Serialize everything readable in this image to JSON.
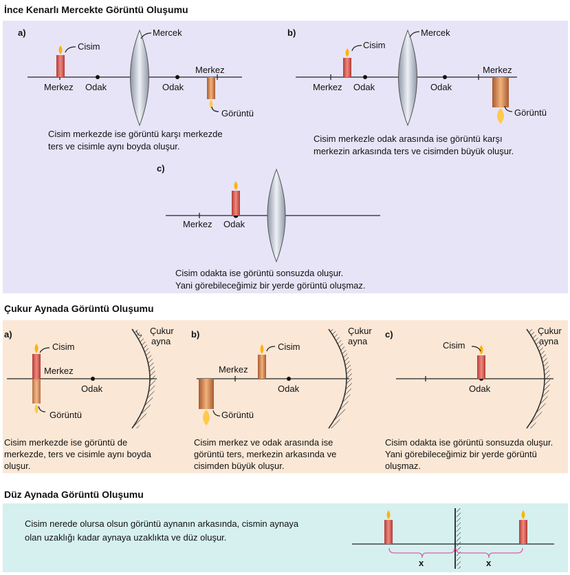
{
  "titles": {
    "lens": "İnce Kenarlı Mercekte Görüntü Oluşumu",
    "concave": "Çukur Aynada Görüntü Oluşumu",
    "plane": "Düz Aynada Görüntü Oluşumu"
  },
  "lens": {
    "a": {
      "tag": "a)",
      "lens_label": "Mercek",
      "object_label": "Cisim",
      "image_label": "Görüntü",
      "left_center": "Merkez",
      "left_focus": "Odak",
      "right_focus": "Odak",
      "right_center": "Merkez",
      "caption1": "Cisim merkezde ise görüntü karşı merkezde",
      "caption2": "ters ve cisimle aynı boyda oluşur."
    },
    "b": {
      "tag": "b)",
      "lens_label": "Mercek",
      "object_label": "Cisim",
      "image_label": "Görüntü",
      "left_center": "Merkez",
      "left_focus": "Odak",
      "right_focus": "Odak",
      "right_center": "Merkez",
      "caption1": "Cisim merkezle odak arasında ise görüntü karşı",
      "caption2": "merkezin arkasında ters ve cisimden büyük oluşur."
    },
    "c": {
      "tag": "c)",
      "left_center": "Merkez",
      "left_focus": "Odak",
      "caption1": "Cisim odakta ise görüntü sonsuzda oluşur.",
      "caption2": "Yani görebileceğimiz bir yerde görüntü oluşmaz."
    }
  },
  "concave": {
    "a": {
      "tag": "a)",
      "mirror_label1": "Çukur",
      "mirror_label2": "ayna",
      "object_label": "Cisim",
      "center_label": "Merkez",
      "focus_label": "Odak",
      "image_label": "Görüntü",
      "caption1": "Cisim merkezde ise görüntü de",
      "caption2": "merkezde, ters ve cisimle aynı boyda",
      "caption3": "oluşur."
    },
    "b": {
      "tag": "b)",
      "mirror_label1": "Çukur",
      "mirror_label2": "ayna",
      "object_label": "Cisim",
      "center_label": "Merkez",
      "focus_label": "Odak",
      "image_label": "Görüntü",
      "caption1": "Cisim merkez ve odak arasında ise",
      "caption2": "görüntü ters, merkezin arkasında ve",
      "caption3": "cisimden büyük oluşur."
    },
    "c": {
      "tag": "c)",
      "mirror_label1": "Çukur",
      "mirror_label2": "ayna",
      "object_label": "Cisim",
      "focus_label": "Odak",
      "caption1": "Cisim odakta ise görüntü sonsuzda oluşur.",
      "caption2": "Yani görebileceğimiz bir yerde görüntü",
      "caption3": "oluşmaz."
    }
  },
  "plane": {
    "caption1": "Cisim nerede olursa olsun görüntü aynanın arkasında, cismin aynaya",
    "caption2": "olan uzaklığı kadar aynaya uzaklıkta ve düz oluşur.",
    "dist_left": "x",
    "dist_right": "x"
  },
  "colors": {
    "lens_bg": "#e7e4f7",
    "concave_bg": "#fbe7d6",
    "plane_bg": "#d5f0ef",
    "candle": "#d9534f",
    "flame": "#ffb300"
  }
}
